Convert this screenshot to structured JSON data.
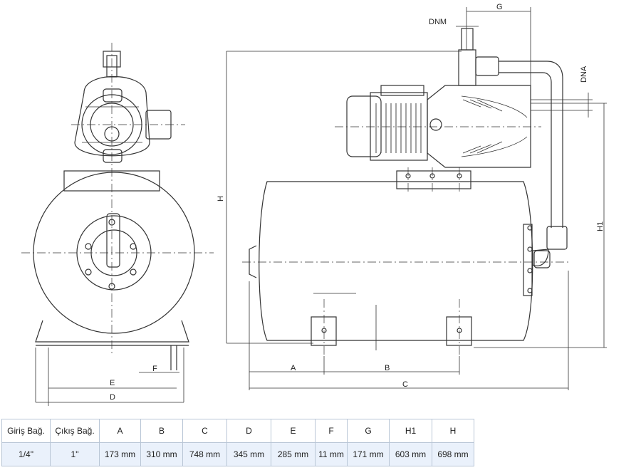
{
  "dimension_labels": {
    "A": "A",
    "B": "B",
    "C": "C",
    "D": "D",
    "E": "E",
    "F": "F",
    "G": "G",
    "H": "H",
    "H1": "H1",
    "DNM": "DNM",
    "DNA": "DNA"
  },
  "spec_table": {
    "headers": [
      "Giriş Bağ.",
      "Çıkış Bağ.",
      "A",
      "B",
      "C",
      "D",
      "E",
      "F",
      "G",
      "H1",
      "H"
    ],
    "values": [
      "1/4\"",
      "1\"",
      "173 mm",
      "310 mm",
      "748 mm",
      "345 mm",
      "285 mm",
      "11 mm",
      "171 mm",
      "603 mm",
      "698 mm"
    ]
  },
  "colors": {
    "line": "#333333",
    "table_border": "#b9c6d6",
    "table_value_bg": "#eaf1fb"
  }
}
